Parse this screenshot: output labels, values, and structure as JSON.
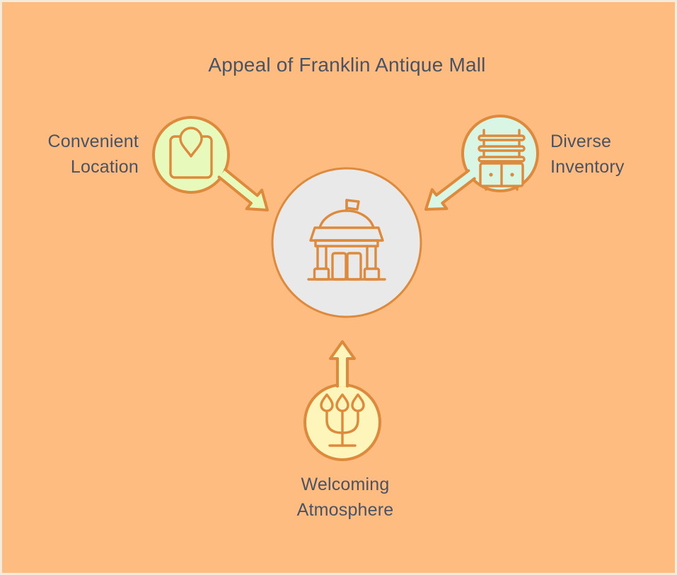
{
  "title": "Appeal of Franklin Antique Mall",
  "colors": {
    "background": "#FFBC80",
    "frame": "#F3ECDD",
    "stroke": "#DE8A3C",
    "text": "#4A5362",
    "center_fill": "#E9E9E9",
    "location_fill": "#E7FABC",
    "inventory_fill": "#D9F5E3",
    "atmosphere_fill": "#FDF5BA"
  },
  "center": {
    "icon": "antique-mall-building-icon"
  },
  "nodes": [
    {
      "id": "convenient-location",
      "lines": [
        "Convenient",
        "Location"
      ],
      "icon": "map-location-icon"
    },
    {
      "id": "diverse-inventory",
      "lines": [
        "Diverse",
        "Inventory"
      ],
      "icon": "antique-cabinet-icon"
    },
    {
      "id": "welcoming-atmosphere",
      "lines": [
        "Welcoming",
        "Atmosphere"
      ],
      "icon": "candelabra-icon"
    }
  ]
}
